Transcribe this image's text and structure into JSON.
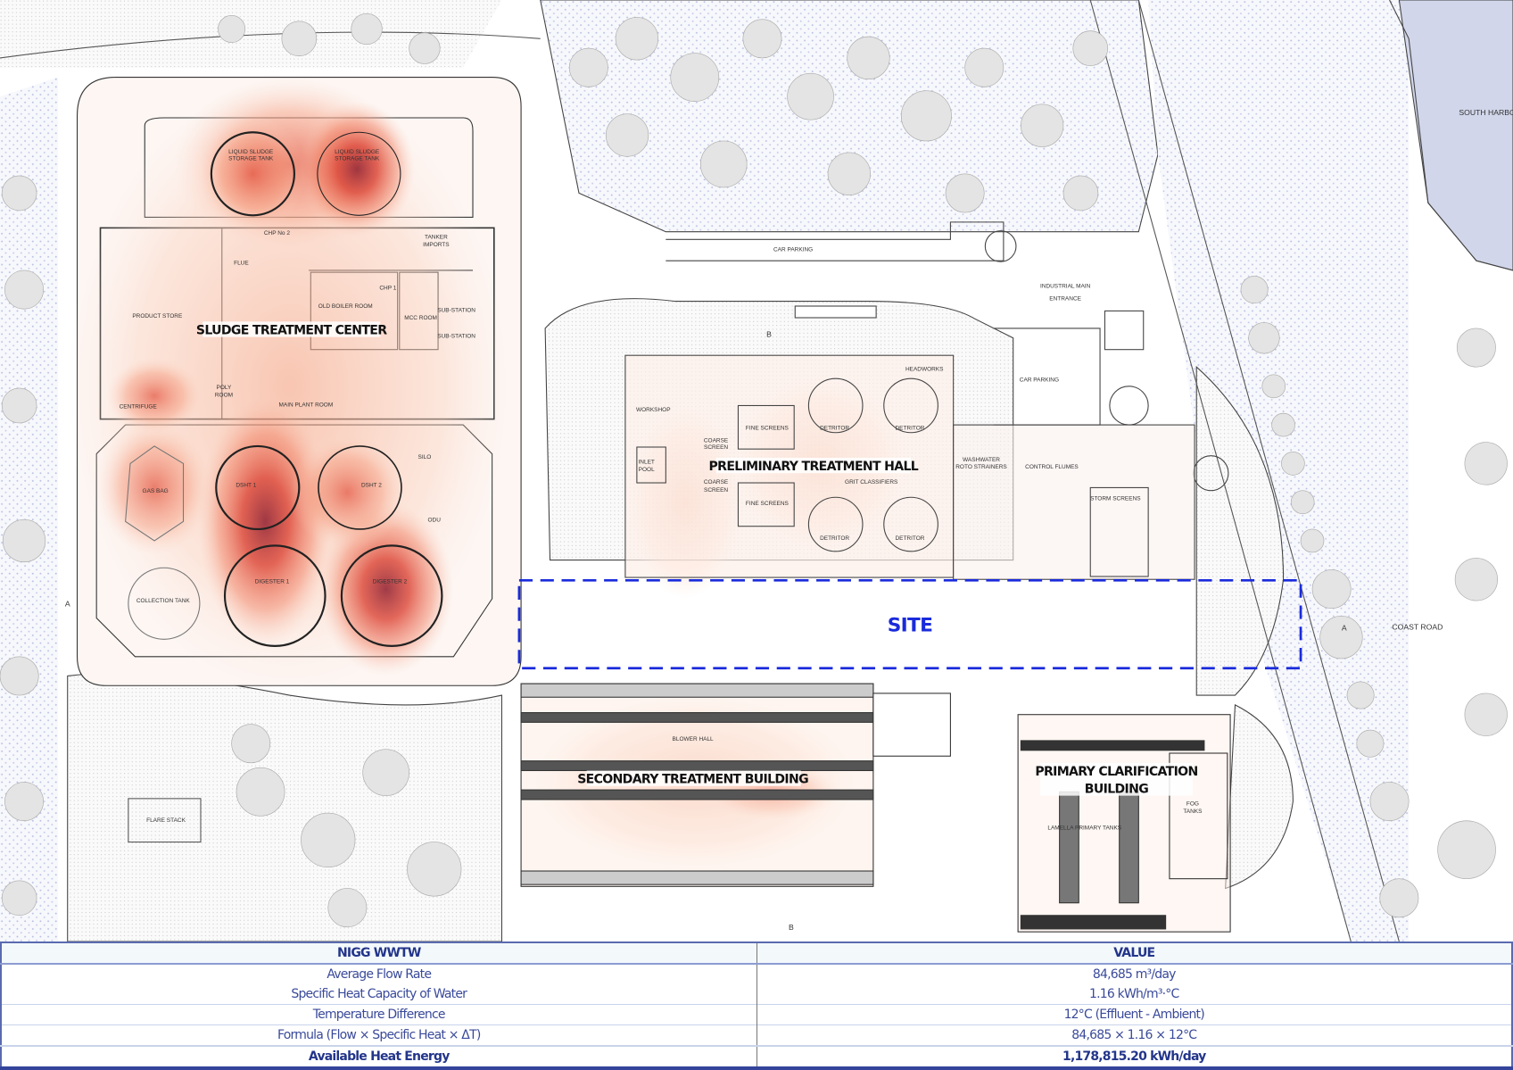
{
  "map": {
    "harbour_label": "SOUTH HARBOUR",
    "coast_road_label": "COAST ROAD",
    "site_label": "SITE",
    "site_outline_color": "#1a2bdc",
    "heat_color": "#d9392a",
    "buildings": {
      "sludge": "SLUDGE TREATMENT CENTER",
      "preliminary": "PRELIMINARY TREATMENT HALL",
      "secondary": "SECONDARY TREATMENT BUILDING",
      "primary_line1": "PRIMARY CLARIFICATION",
      "primary_line2": "BUILDING"
    },
    "labels": {
      "lst1a": "LIQUID SLUDGE",
      "lst1b": "STORAGE TANK",
      "lst2a": "LIQUID SLUDGE",
      "lst2b": "STORAGE TANK",
      "chp2": "CHP No 2",
      "flue": "FLUE",
      "tanker1": "TANKER",
      "tanker2": "IMPORTS",
      "product_store": "PRODUCT STORE",
      "old_boiler": "OLD BOILER ROOM",
      "chp1": "CHP 1",
      "mcc": "MCC ROOM",
      "sub1": "SUB-STATION",
      "sub2": "SUB-STATION",
      "poly1": "POLY",
      "poly2": "ROOM",
      "main_plant": "MAIN PLANT ROOM",
      "centrifuge": "CENTRIFUGE",
      "silo": "SILO",
      "gas_bag": "GAS BAG",
      "dsht1": "DSHT 1",
      "dsht2": "DSHT 2",
      "odu": "ODU",
      "digester1": "DIGESTER 1",
      "digester2": "DIGESTER 2",
      "collection": "COLLECTION TANK",
      "flare": "FLARE STACK",
      "car_parking_top": "CAR PARKING",
      "entrance1": "INDUSTRIAL MAIN",
      "entrance2": "ENTRANCE",
      "car_parking_right": "CAR PARKING",
      "workshop": "WORKSHOP",
      "headworks": "HEADWORKS",
      "coarse1a": "COARSE",
      "coarse1b": "SCREEN",
      "coarse2a": "COARSE",
      "coarse2b": "SCREEN",
      "inlet1": "INLET",
      "inlet2": "POOL",
      "fine1": "FINE SCREENS",
      "fine2": "FINE SCREENS",
      "detritor1": "DETRITOR",
      "detritor2": "DETRITOR",
      "detritor3": "DETRITOR",
      "detritor4": "DETRITOR",
      "grit": "GRIT CLASSIFIERS",
      "washwater1": "WASHWATER",
      "washwater2": "ROTO STRAINERS",
      "flumes": "CONTROL FLUMES",
      "storm": "STORM SCREENS",
      "blower": "BLOWER HALL",
      "lamella": "LAMELLA PRIMARY TANKS",
      "fog1": "FOG",
      "fog2": "TANKS",
      "section_a": "A",
      "section_b": "B"
    }
  },
  "table": {
    "headers": [
      "NIGG WWTW",
      "VALUE"
    ],
    "rows": [
      {
        "label": "Average Flow Rate",
        "value": "84,685 m³/day"
      },
      {
        "label": "Specific Heat Capacity of Water",
        "value": "1.16 kWh/m³·°C"
      },
      {
        "label": "Temperature Difference",
        "value": "12°C (Effluent - Ambient)"
      },
      {
        "label": "Formula (Flow × Specific Heat × ΔT)",
        "value": "84,685 × 1.16 × 12°C"
      }
    ],
    "total": {
      "label": "Available Heat Energy",
      "value": "1,178,815.20 kWh/day"
    }
  }
}
